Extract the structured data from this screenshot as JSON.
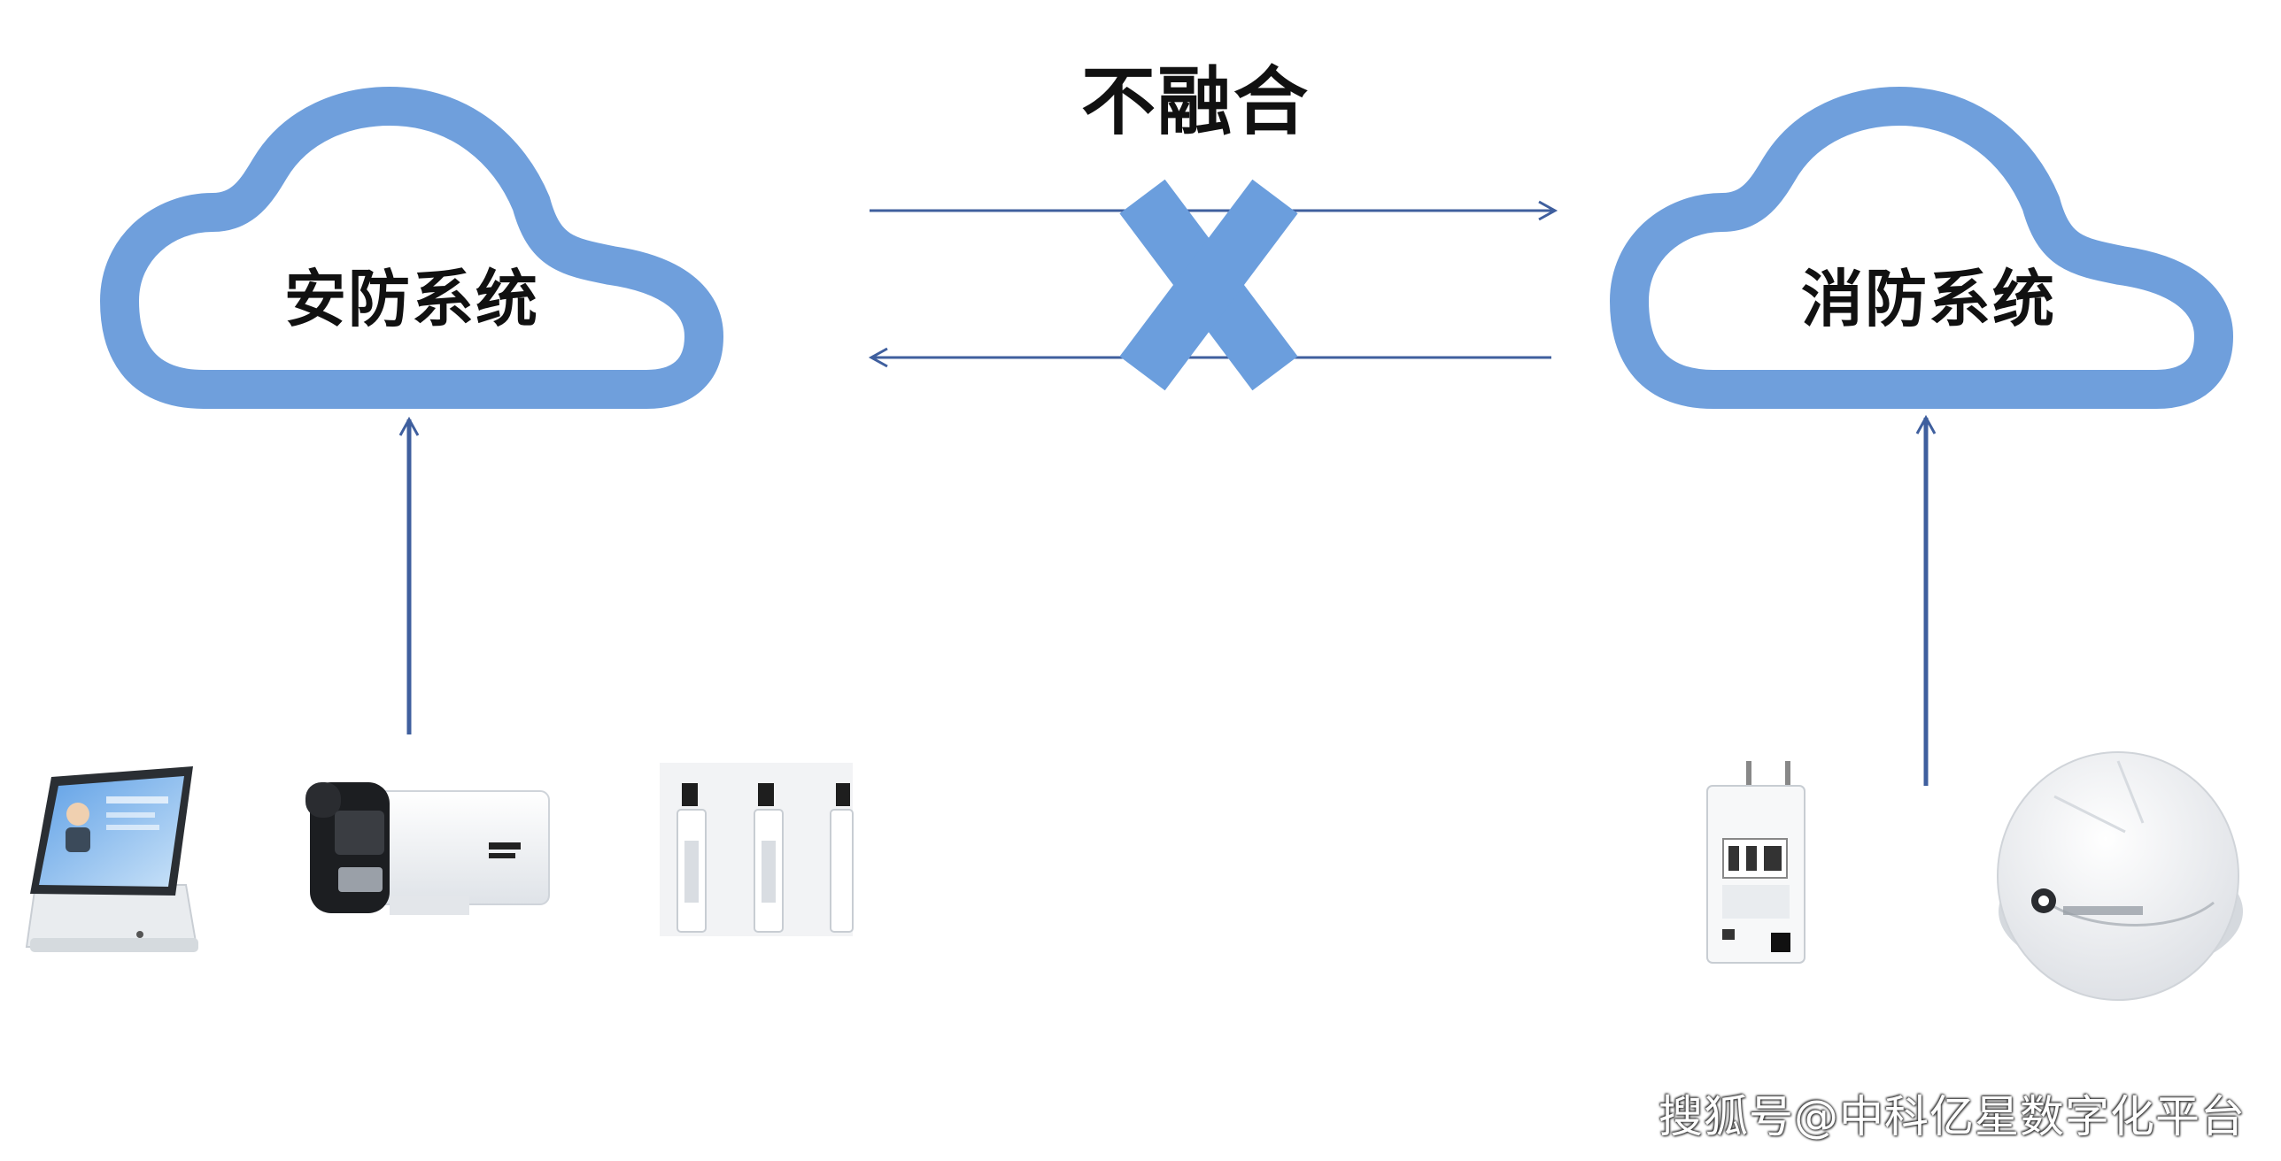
{
  "title": "不融合",
  "clouds": {
    "left": "安防系统",
    "right": "消防系统"
  },
  "watermark": "搜狐号@中科亿星数字化平台",
  "colors": {
    "cloud": "#6f9fdc",
    "arrow": "#3f5f9e",
    "cross": "#6b9edd",
    "text": "#111111"
  },
  "devices": {
    "security": [
      "face-terminal-icon",
      "bullet-camera-icon",
      "door-sensor-icon"
    ],
    "fire": [
      "smart-plug-icon",
      "smoke-detector-icon"
    ]
  }
}
